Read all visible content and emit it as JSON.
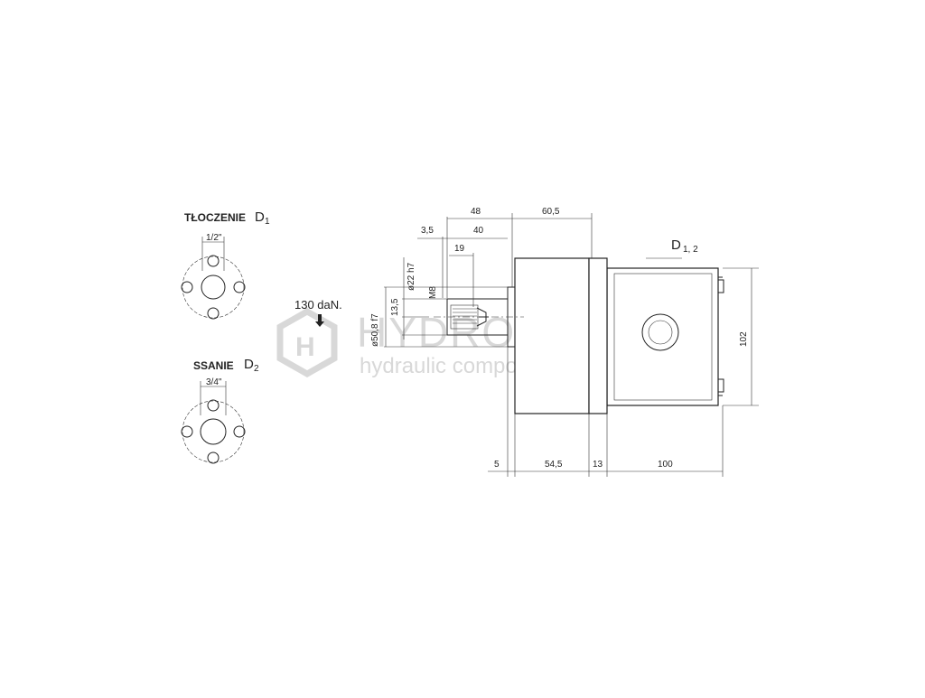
{
  "left_views": {
    "d1": {
      "title": "TŁOCZENIE",
      "symbol": "D",
      "sub": "1",
      "size": "1/2\""
    },
    "d2": {
      "title": "SSANIE",
      "symbol": "D",
      "sub": "2",
      "size": "3/4\""
    }
  },
  "load": {
    "text": "130 daN."
  },
  "dimensions": {
    "top_48": "48",
    "top_60_5": "60,5",
    "top_3_5": "3,5",
    "top_40": "40",
    "top_19": "19",
    "port_label": "D",
    "port_sub": "1, 2",
    "dia_22": "ø22 h7",
    "thread_m8": "M8",
    "dia_50_8": "ø50,8 f7",
    "h_13_5": "13,5",
    "height_102": "102",
    "bot_5": "5",
    "bot_54_5": "54,5",
    "bot_13": "13",
    "bot_100": "100"
  },
  "watermark": {
    "brand": "HYDROLIDER",
    "tagline": "hydraulic components"
  },
  "icons": [
    "hydrolider-logo-icon",
    "force-arrow-icon"
  ]
}
